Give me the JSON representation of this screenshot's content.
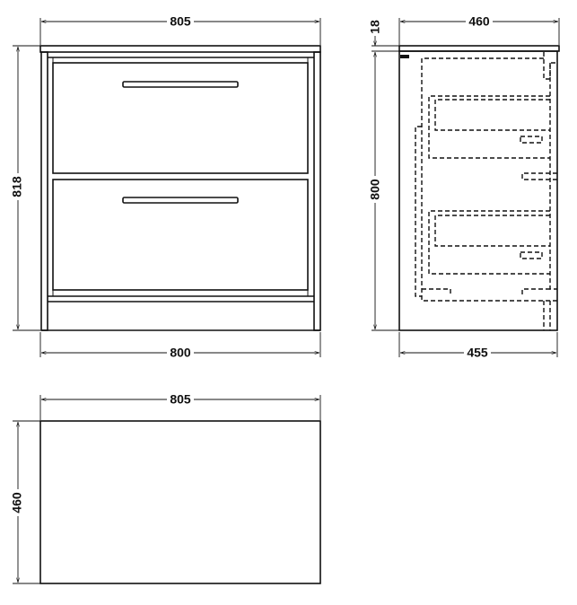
{
  "front_view": {
    "width_top": "805",
    "height_total": "818",
    "width_bottom": "800",
    "drawers": 2
  },
  "side_view": {
    "depth_top": "460",
    "top_thickness": "18",
    "height": "800",
    "depth_bottom": "455"
  },
  "plan_view": {
    "width": "805",
    "depth": "460"
  }
}
